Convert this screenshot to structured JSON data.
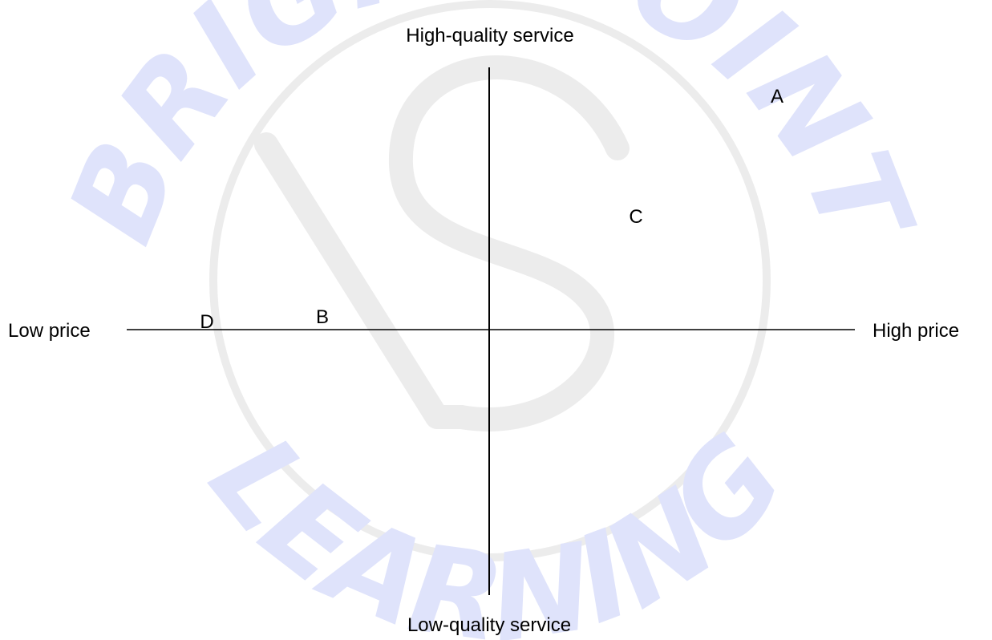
{
  "axes": {
    "top": "High-quality service",
    "bottom": "Low-quality service",
    "left": "Low price",
    "right": "High price"
  },
  "points": [
    {
      "label": "A"
    },
    {
      "label": "B"
    },
    {
      "label": "C"
    },
    {
      "label": "D"
    }
  ],
  "watermark": {
    "top_text": "BRIGHTPOINT",
    "bottom_text": "LEARNING",
    "text_color": "#dfe3fb",
    "circle_color": "#ececec"
  },
  "colors": {
    "axis": "#000000",
    "text": "#000000",
    "background": "#ffffff"
  }
}
